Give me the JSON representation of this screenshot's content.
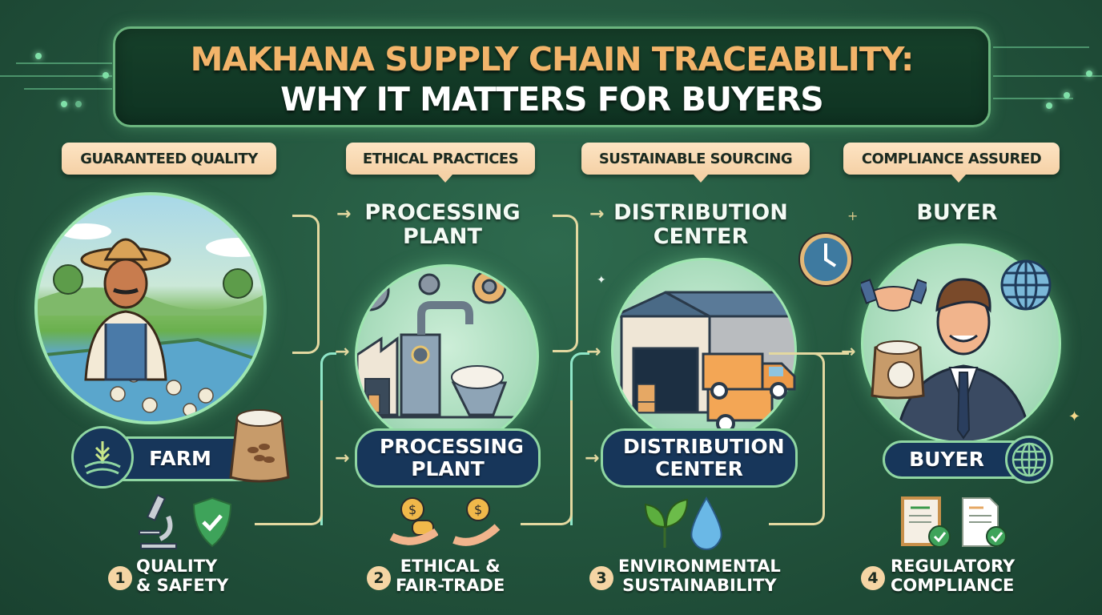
{
  "title": {
    "line1": "MAKHANA SUPPLY CHAIN TRACEABILITY:",
    "line2": "WHY IT MATTERS FOR BUYERS"
  },
  "colors": {
    "background": "#24573f",
    "title_box": "#0f3322",
    "title_accent": "#f2b46a",
    "tag_bg": "#f5d1a6",
    "pill_bg": "#17365a",
    "pill_border": "#8fd6a2",
    "connector": "#e3d8a0"
  },
  "stages": [
    {
      "tag": "GUARANTEED QUALITY",
      "heading": "",
      "name": "FARM",
      "illustration": "farmer-in-makhana-ponds",
      "icons": [
        "wheat-field-icon",
        "makhana-sack-icon"
      ],
      "benefit": {
        "number": "1",
        "line1": "QUALITY",
        "line2": "& SAFETY",
        "icons": [
          "microscope-icon",
          "shield-check-icon"
        ]
      }
    },
    {
      "tag": "ETHICAL PRACTICES",
      "heading": "PROCESSING PLANT",
      "name": "PROCESSING PLANT",
      "illustration": "factory-with-gears-and-conveyor",
      "icons": [
        "gear-icon"
      ],
      "benefit": {
        "number": "2",
        "line1": "ETHICAL &",
        "line2": "FAIR-TRADE",
        "icons": [
          "coins-in-hand-icon",
          "coin-hand-icon"
        ]
      }
    },
    {
      "tag": "SUSTAINABLE SOURCING",
      "heading": "DISTRIBUTION CENTER",
      "name": "DISTRIBUTION CENTER",
      "illustration": "warehouse-with-truck",
      "icons": [
        "clock-icon"
      ],
      "benefit": {
        "number": "3",
        "line1": "ENVIRONMENTAL",
        "line2": "SUSTAINABILITY",
        "icons": [
          "leaf-icon",
          "water-drop-icon"
        ]
      }
    },
    {
      "tag": "COMPLIANCE ASSURED",
      "heading": "BUYER",
      "name": "BUYER",
      "illustration": "businessman-holding-makhana-bag",
      "icons": [
        "handshake-icon",
        "globe-icon"
      ],
      "benefit": {
        "number": "4",
        "line1": "REGULATORY",
        "line2": "COMPLIANCE",
        "icons": [
          "certificate-check-icon",
          "document-check-icon"
        ]
      }
    }
  ]
}
